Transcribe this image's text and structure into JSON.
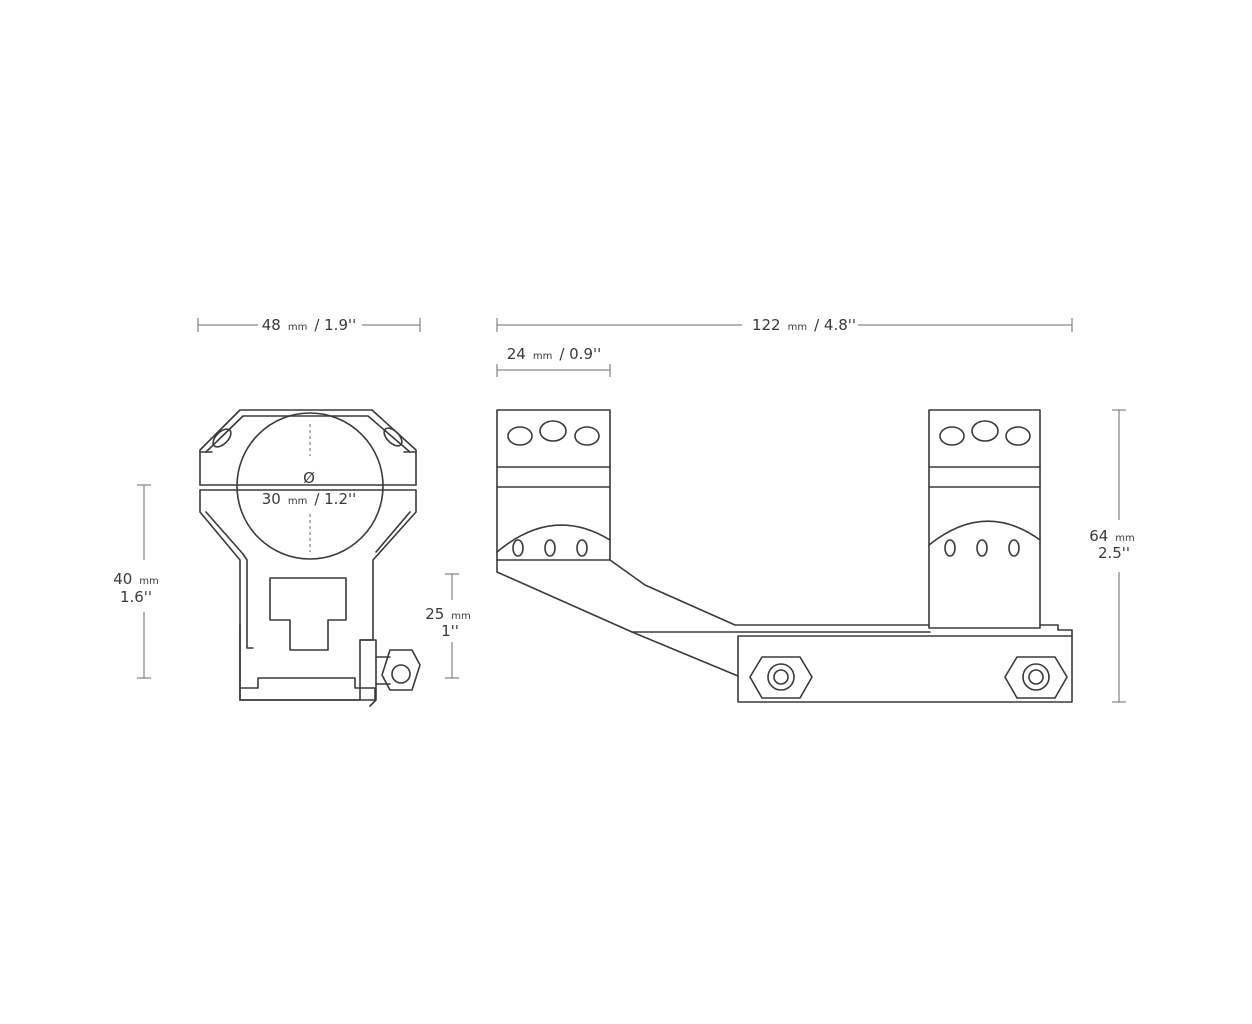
{
  "dimensions": {
    "front_width": {
      "value": "48",
      "unit": "mm",
      "imperial": "/ 1.9''"
    },
    "side_length": {
      "value": "122",
      "unit": "mm",
      "imperial": "/ 4.8''"
    },
    "ring_width": {
      "value": "24",
      "unit": "mm",
      "imperial": "/ 0.9''"
    },
    "ring_diameter": {
      "symbol": "Ø",
      "value": "30",
      "unit": "mm",
      "imperial": "/ 1.2''"
    },
    "front_height": {
      "value": "40",
      "unit": "mm",
      "imperial": "1.6''"
    },
    "rail_height": {
      "value": "25",
      "unit": "mm",
      "imperial": "1''"
    },
    "side_height": {
      "value": "64",
      "unit": "mm",
      "imperial": "2.5''"
    }
  }
}
